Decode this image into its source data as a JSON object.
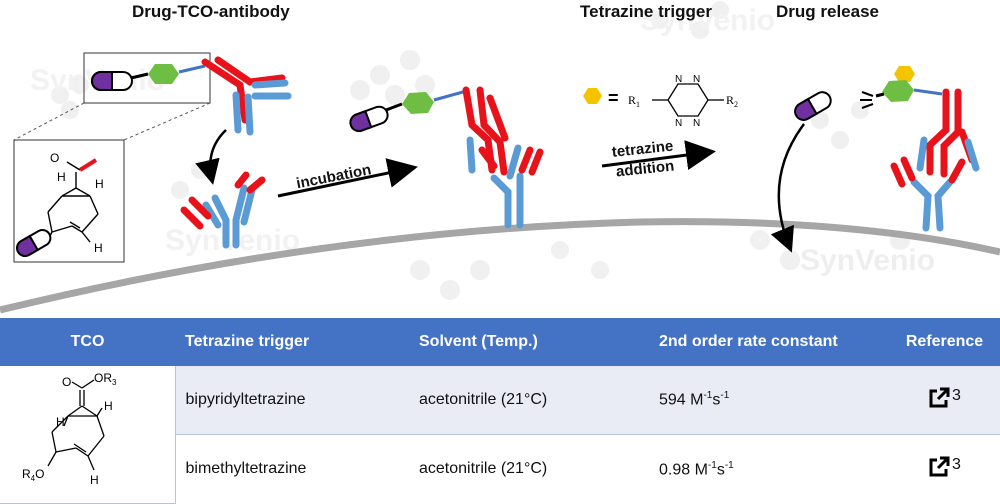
{
  "scene": {
    "headings": {
      "drug_tco_antibody": "Drug-TCO-antibody",
      "tetrazine_trigger": "Tetrazine trigger",
      "drug_release": "Drug release"
    },
    "arrows": {
      "incubation": "incubation",
      "tetrazine_line1": "tetrazine",
      "tetrazine_line2": "addition"
    },
    "trigger_equation": {
      "equals": "=",
      "r1": "R",
      "r1_sub": "1",
      "r2": "R",
      "r2_sub": "2",
      "n": "N"
    },
    "inset_labels": {
      "h": "H",
      "o": "O"
    },
    "watermark": "SynVenio",
    "colors": {
      "antibody_heavy": "#e8121a",
      "antibody_light": "#5b9bd5",
      "linker": "#6fbe44",
      "drug": "#7030a0",
      "tetrazine": "#f5c400",
      "membrane": "#a6a6a6",
      "table_header": "#4472c4"
    }
  },
  "table": {
    "headers": {
      "tco": "TCO",
      "trigger": "Tetrazine trigger",
      "solvent": "Solvent (Temp.)",
      "rate": "2nd order rate constant",
      "reference": "Reference"
    },
    "structure_labels": {
      "or3": "OR",
      "or3_sub": "3",
      "o": "O",
      "r4o": "R",
      "r4_sub": "4",
      "r4_o": "O",
      "h": "H"
    },
    "rows": [
      {
        "trigger": "bipyridyltetrazine",
        "solvent": "acetonitrile (21°C)",
        "rate_value": "594 M",
        "rate_exp1": "-1",
        "rate_s": "s",
        "rate_exp2": "-1",
        "ref": "3"
      },
      {
        "trigger": "bimethyltetrazine",
        "solvent": "acetonitrile (21°C)",
        "rate_value": "0.98 M",
        "rate_exp1": "-1",
        "rate_s": "s",
        "rate_exp2": "-1",
        "ref": "3"
      }
    ]
  }
}
